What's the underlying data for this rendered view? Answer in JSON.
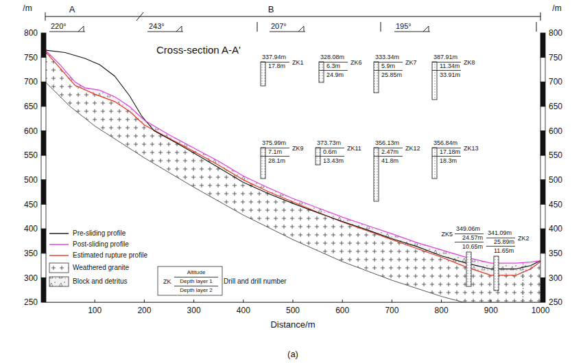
{
  "diagram": {
    "labels": [
      "/m",
      "/m",
      "A",
      "B",
      "220°",
      "243°",
      "207°",
      "195°",
      "Cross-section A-A'",
      "800",
      "750",
      "700",
      "650",
      "600",
      "550",
      "500",
      "450",
      "400",
      "350",
      "300",
      "250",
      "800",
      "750",
      "700",
      "650",
      "600",
      "550",
      "500",
      "450",
      "400",
      "350",
      "300",
      "250",
      "100",
      "200",
      "300",
      "400",
      "500",
      "600",
      "700",
      "800",
      "900",
      "1000",
      "Distance/m",
      "(a)",
      "ZK",
      "Altitude",
      "Depth layer 1",
      "Depth layer 2",
      "Drill and drill number",
      "337.94m",
      "17.8m",
      "ZK1",
      "328.08m",
      "6.3m",
      "24.9m",
      "ZK6",
      "333.34m",
      "5.9m",
      "25.85m",
      "ZK7",
      "387.91m",
      "11.34m",
      "33.91m",
      "ZK8",
      "375.99m",
      "7.1m",
      "28.1m",
      "ZK9",
      "373.73m",
      "0.6m",
      "13.43m",
      "ZK11",
      "356.13m",
      "2.47m",
      "41.8m",
      "ZK12",
      "356.84m",
      "17.18m",
      "18.3m",
      "ZK13",
      "349.06m",
      "24.57m",
      "10.65m",
      "ZK5",
      "341.09m",
      "25.89m",
      "11.65m",
      "ZK2"
    ],
    "legend": [
      {
        "text": "Pre-sliding profile"
      },
      {
        "text": "Post-sliding profile"
      },
      {
        "text": "Estimated rupture profile"
      },
      {
        "text": "Weathered granite"
      },
      {
        "text": "Block and detritus"
      }
    ]
  }
}
